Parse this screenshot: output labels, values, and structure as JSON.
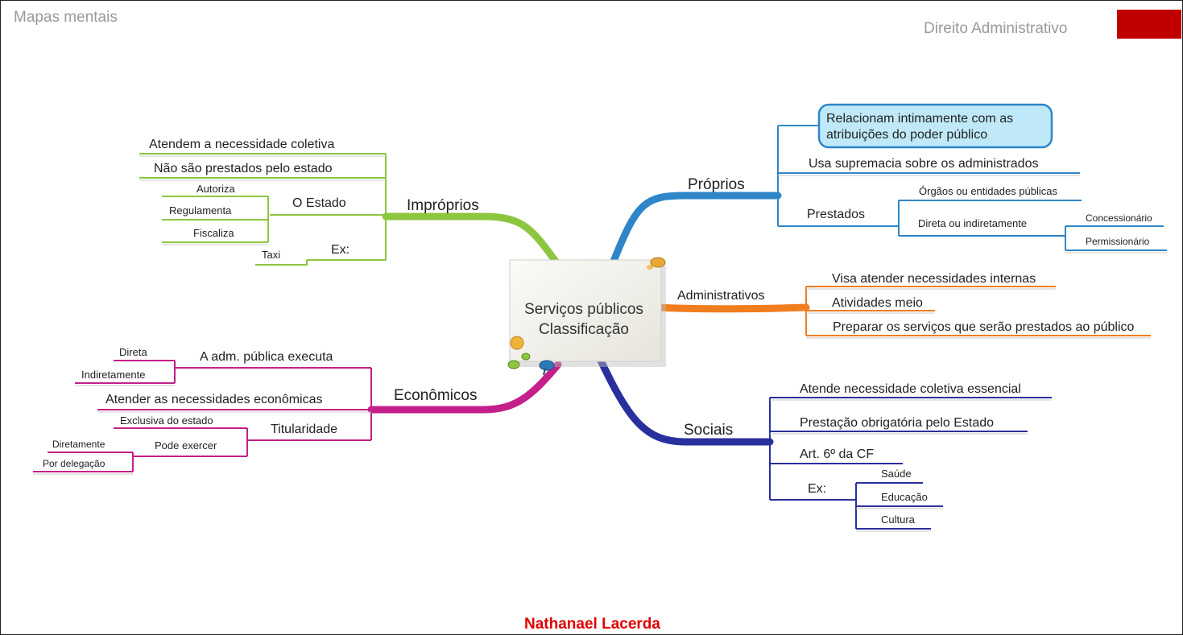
{
  "header": {
    "left_title": "Mapas mentais",
    "right_title": "Direito Administrativo",
    "accent_color": "#c00000"
  },
  "center": {
    "line1": "Serviços públicos",
    "line2": "Classificação"
  },
  "branches": {
    "improprios": {
      "label": "Impróprios",
      "color": "#8cc63f",
      "items": {
        "atendem": "Atendem a necessidade coletiva",
        "nao_prestados": "Não são prestados pelo estado",
        "o_estado": "O Estado",
        "autoriza": "Autoriza",
        "regulamenta": "Regulamenta",
        "fiscaliza": "Fiscaliza",
        "ex": "Ex:",
        "taxi": "Taxi"
      }
    },
    "proprios": {
      "label": "Próprios",
      "color": "#2e86c8",
      "items": {
        "relacionam_1": "Relacionam intimamente com as",
        "relacionam_2": "atribuições do poder público",
        "usa": "Usa supremacia sobre os administrados",
        "prestados": "Prestados",
        "orgaos": "Órgãos ou entidades públicas",
        "direta_ind": "Direta ou indiretamente",
        "concessionario": "Concessionário",
        "permissionario": "Permissionário"
      }
    },
    "administrativos": {
      "label": "Administrativos",
      "color": "#f07d1e",
      "items": {
        "visa": "Visa atender necessidades internas",
        "atividades": "Atividades meio",
        "preparar": "Preparar os serviços que serão prestados ao público"
      }
    },
    "economicos": {
      "label": "Econômicos",
      "color": "#c41f8a",
      "items": {
        "adm_executa": "A adm. pública executa",
        "direta": "Direta",
        "indiretamente": "Indiretamente",
        "atender": "Atender as necessidades econômicas",
        "titularidade": "Titularidade",
        "exclusiva": "Exclusiva do estado",
        "pode_exercer": "Pode exercer",
        "diretamente": "Diretamente",
        "por_delegacao": "Por delegação"
      }
    },
    "sociais": {
      "label": "Sociais",
      "color": "#2a2f9e",
      "items": {
        "atende": "Atende necessidade coletiva essencial",
        "prestacao": "Prestação obrigatória pelo Estado",
        "art6": "Art. 6º da CF",
        "ex": "Ex:",
        "saude": "Saúde",
        "educacao": "Educação",
        "cultura": "Cultura"
      }
    }
  },
  "footer": {
    "author": "Nathanael Lacerda"
  }
}
